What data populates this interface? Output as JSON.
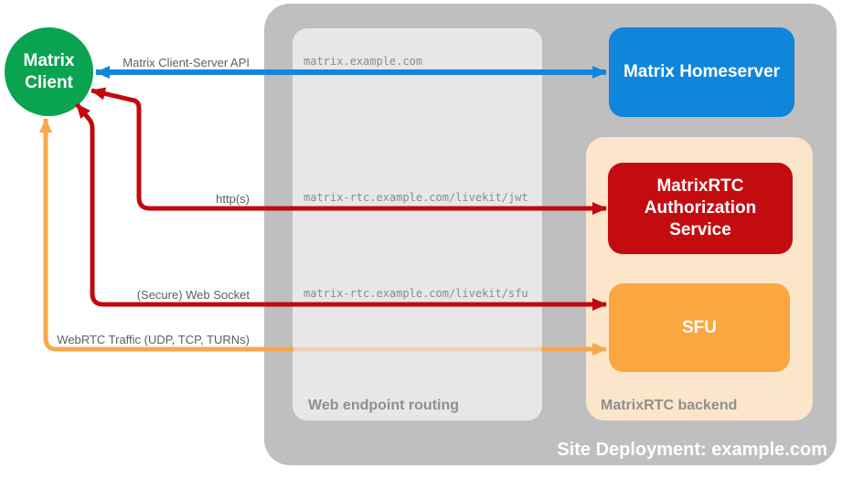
{
  "colors": {
    "client-green": "#0aa350",
    "homeserver-blue": "#0f86dc",
    "auth-red": "#c40c10",
    "sfu-orange": "#fba63f",
    "backend-peach": "#fce6cb",
    "site-gray": "#bfbfbf",
    "panel-gray": "#e7e7e7",
    "panel-label-gray": "#8f8f8f",
    "arrow-label-gray": "#5e5e5e",
    "url-gray": "#8c8c8c",
    "arrow-blue": "#1486da",
    "arrow-red": "#c00a0e",
    "arrow-orange": "#f8a84b"
  },
  "nodes": {
    "matrix_client": {
      "line1": "Matrix",
      "line2": "Client"
    },
    "matrix_homeserver": {
      "label": "Matrix Homeserver"
    },
    "matrixrtc_auth": {
      "label": "MatrixRTC Authorization Service"
    },
    "sfu": {
      "label": "SFU"
    }
  },
  "containers": {
    "site_deployment": {
      "label": "Site Deployment: example.com"
    },
    "web_endpoint_routing": {
      "label": "Web endpoint routing"
    },
    "matrixrtc_backend": {
      "label": "MatrixRTC backend"
    }
  },
  "endpoints": {
    "homeserver": "matrix.example.com",
    "jwt": "matrix-rtc.example.com/livekit/jwt",
    "sfu": "matrix-rtc.example.com/livekit/sfu"
  },
  "connections": {
    "client_server_api": {
      "label": "Matrix Client-Server API"
    },
    "https": {
      "label": "http(s)"
    },
    "websocket": {
      "label": "(Secure) Web Socket"
    },
    "webrtc": {
      "label": "WebRTC Traffic (UDP, TCP, TURNs)"
    }
  }
}
